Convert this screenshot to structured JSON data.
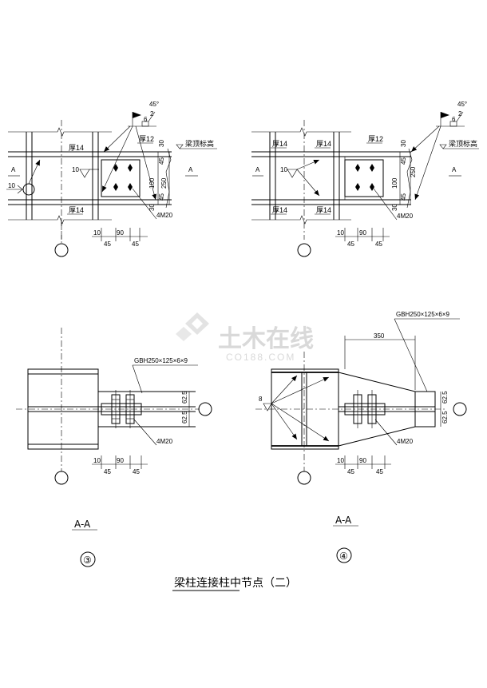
{
  "title": "梁柱连接柱中节点（二）",
  "watermark": {
    "brand": "土木在线",
    "url": "CO188.COM"
  },
  "detail3": {
    "number": "③",
    "section_label": "A-A",
    "elevation": {
      "weld_angle": "45°",
      "weld_gap": "2",
      "weld_size": "6",
      "label_thick1": "厚14",
      "label_thick2": "厚14",
      "label_thick3": "厚12",
      "label_top": "梁顶标高",
      "section_mark": "A",
      "weld_fillet": "10",
      "weld_left": "10",
      "dim_30a": "30",
      "dim_45a": "45",
      "dim_100": "100",
      "dim_250": "250",
      "dim_45b": "45",
      "dim_30b": "30",
      "bolts": "4M20",
      "dim_10": "10",
      "dim_90": "90",
      "dim_45c": "45",
      "dim_45d": "45"
    },
    "plan": {
      "beam_label": "GBH250×125×6×9",
      "dim_62a": "62.5",
      "dim_62b": "62.5",
      "bolts": "4M20",
      "dim_10": "10",
      "dim_90": "90",
      "dim_45a": "45",
      "dim_45b": "45"
    }
  },
  "detail4": {
    "number": "④",
    "section_label": "A-A",
    "elevation": {
      "weld_angle": "45°",
      "weld_gap": "2",
      "weld_size": "6",
      "label_thick1": "厚14",
      "label_thick2": "厚14",
      "label_thick3": "厚12",
      "label_top": "梁顶标高",
      "section_mark": "A",
      "weld_fillet": "10",
      "dim_30a": "30",
      "dim_45a": "45",
      "dim_100": "100",
      "dim_250": "250",
      "dim_45b": "45",
      "dim_30b": "30",
      "bolts": "4M20",
      "dim_10": "10",
      "dim_90": "90",
      "dim_45c": "45",
      "dim_45d": "45"
    },
    "plan": {
      "beam_label": "GBH250×125×6×9",
      "dim_350": "350",
      "dim_62a": "62.5",
      "dim_62b": "62.5",
      "weld": "8",
      "bolts": "4M20",
      "dim_10": "10",
      "dim_90": "90",
      "dim_45a": "45",
      "dim_45b": "45"
    }
  }
}
